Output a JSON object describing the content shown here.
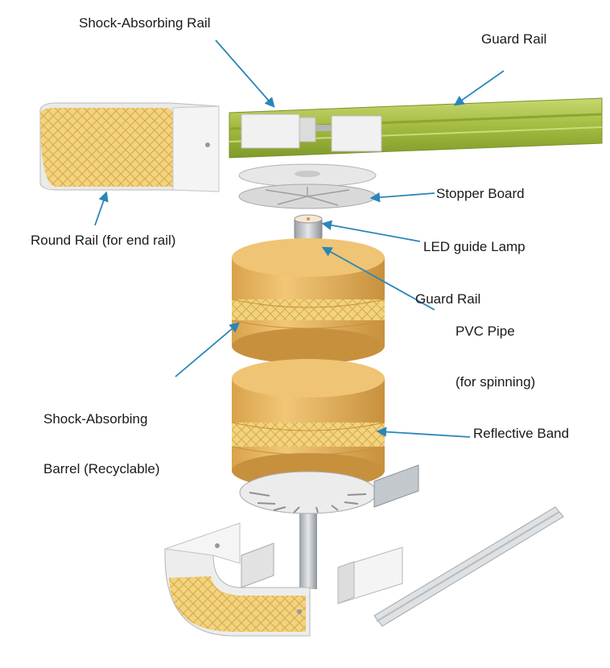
{
  "labels": {
    "shock_absorbing_rail": "Shock-Absorbing Rail",
    "guard_rail_top": "Guard Rail",
    "stopper_board": "Stopper Board",
    "round_rail": "Round Rail (for end rail)",
    "led_guide_lamp": "LED guide Lamp",
    "guard_rail_mid": "Guard Rail",
    "pvc_pipe": "PVC Pipe",
    "for_spinning": "(for spinning)",
    "shock_absorbing": "Shock-Absorbing",
    "barrel_recyclable": "Barrel (Recyclable)",
    "reflective_band": "Reflective Band"
  },
  "colors": {
    "barrel": "#e8b65e",
    "barrel_dark": "#c98f3a",
    "reflective": "#f0d27a",
    "guard_rail": "#a9c24a",
    "arrow": "#2a86b8",
    "metal": "#c9cdd2",
    "white_part": "#eeeeee"
  }
}
